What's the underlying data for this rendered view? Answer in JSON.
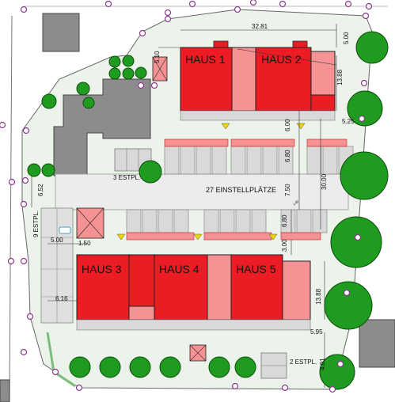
{
  "colors": {
    "house": "#ec1c24",
    "house_light": "#f59294",
    "parking": "#d9d9d9",
    "garage_outline": "#555555",
    "existing_building": "#8c8c8c",
    "site_fill": "#ebf3eb",
    "tree": "#1f9c1f",
    "boundary_point": "#8a3a8a",
    "marker": "#f2d400"
  },
  "houses": [
    {
      "id": "haus-1",
      "label": "HAUS 1"
    },
    {
      "id": "haus-2",
      "label": "HAUS 2"
    },
    {
      "id": "haus-3",
      "label": "HAUS 3"
    },
    {
      "id": "haus-4",
      "label": "HAUS 4"
    },
    {
      "id": "haus-5",
      "label": "HAUS 5"
    }
  ],
  "parking_labels": {
    "main": "27 EINSTELLPLÄTZE",
    "west": "3 ESTPL.",
    "left_column": "9 ESTPL.",
    "southeast": "2 ESTPL."
  },
  "dimensions": {
    "top_length": "32.81",
    "top_right": "5.00",
    "haus2_depth": "13.88",
    "haus2_side": "5.25",
    "right_gap_a": "6.00",
    "right_gap_b": "6.80",
    "right_gap_c": "7.50",
    "right_total": "30.00",
    "right_small": "0.85",
    "lower_gap_a": "6.80",
    "lower_gap_b": "3.00",
    "haus5_depth": "13.88",
    "bottom_right": "5.95",
    "bottom_right_b": "4.01",
    "left_a": "6.52",
    "left_b": "5.00",
    "left_c": "1.50",
    "left_d": "6.16",
    "top_small": "5.10"
  }
}
